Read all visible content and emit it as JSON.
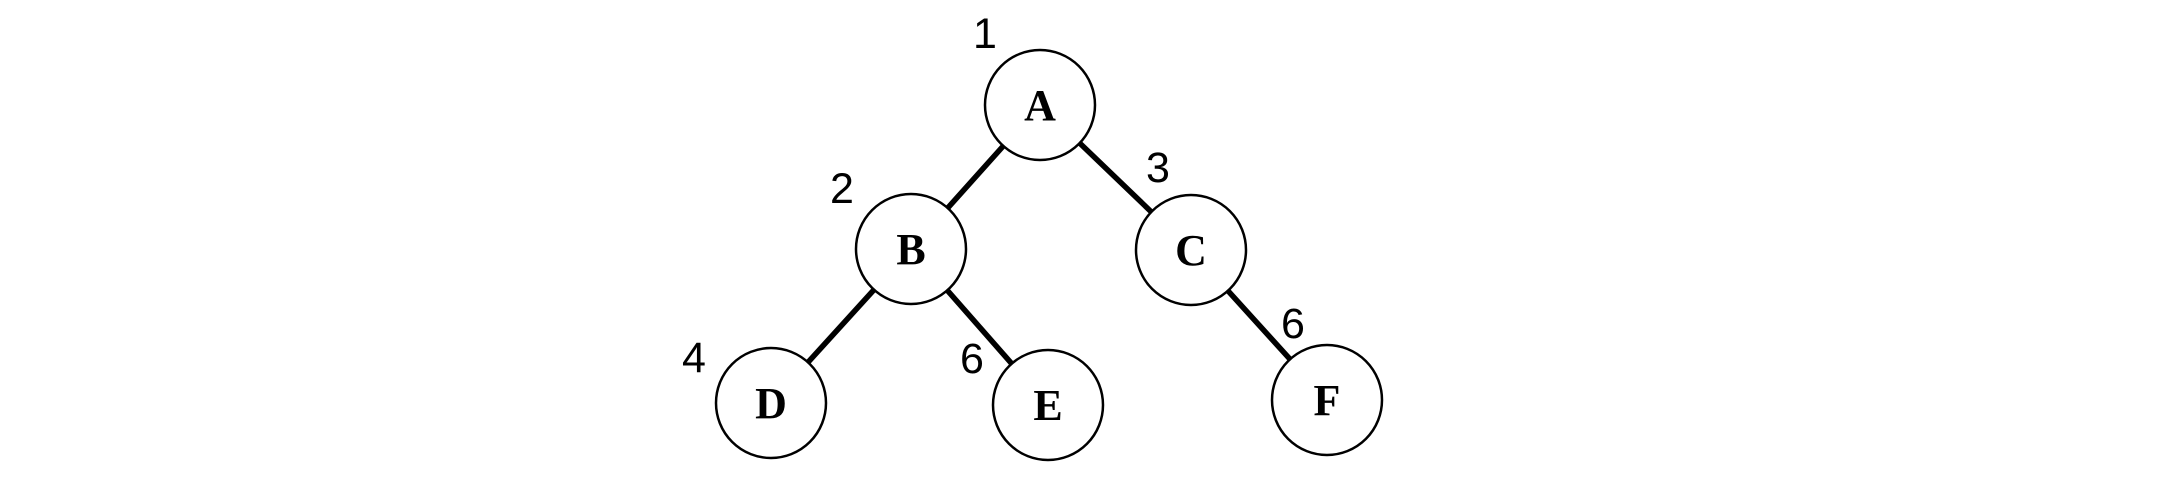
{
  "figure": {
    "type": "binary-tree-diagram",
    "background_color": "#ffffff",
    "line_color": "#000000",
    "node_fill_color": "#ffffff",
    "text_color": "#000000"
  },
  "tree": {
    "root": "A",
    "nodes": {
      "A": {
        "label": "A",
        "annotation": "1"
      },
      "B": {
        "label": "B",
        "annotation": "2"
      },
      "C": {
        "label": "C",
        "annotation": "3"
      },
      "D": {
        "label": "D",
        "annotation": "4"
      },
      "E": {
        "label": "E",
        "annotation": "6"
      },
      "F": {
        "label": "F",
        "annotation": "6"
      }
    },
    "edges": [
      {
        "from": "A",
        "to": "B"
      },
      {
        "from": "A",
        "to": "C"
      },
      {
        "from": "B",
        "to": "D"
      },
      {
        "from": "B",
        "to": "E"
      },
      {
        "from": "C",
        "to": "F"
      }
    ]
  }
}
